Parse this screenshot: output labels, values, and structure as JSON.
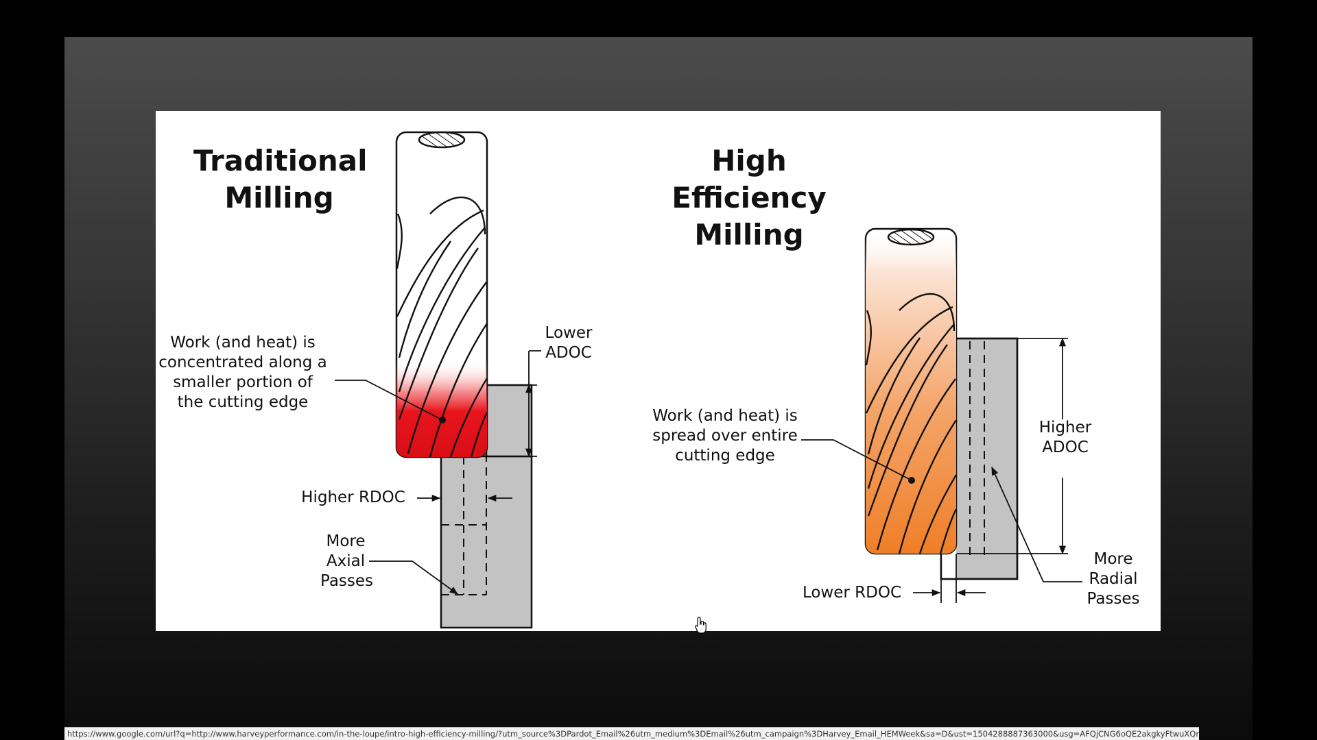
{
  "left": {
    "title": "Traditional\nMilling",
    "heat_label": "Work (and heat) is\nconcentrated along a\nsmaller portion of\nthe cutting edge",
    "adoc_label": "Lower\nADOC",
    "rdoc_label": "Higher RDOC",
    "passes_label": "More\nAxial\nPasses",
    "heat_color": "#e8141c"
  },
  "right": {
    "title": "High\nEfficiency\nMilling",
    "heat_label": "Work (and heat) is\nspread over entire\ncutting edge",
    "adoc_label": "Higher\nADOC",
    "rdoc_label": "Lower RDOC",
    "passes_label": "More\nRadial\nPasses",
    "heat_color": "#f08a3a"
  },
  "colors": {
    "workpiece": "#c3c3c3",
    "outline": "#111111"
  },
  "status_url": "https://www.google.com/url?q=http://www.harveyperformance.com/in-the-loupe/intro-high-efficiency-milling/?utm_source%3DPardot_Email%26utm_medium%3DEmail%26utm_campaign%3DHarvey_Email_HEMWeek&sa=D&ust=1504288887363000&usg=AFQjCNG6oQE2akgkyFtwuXQnzgUbYQObaQ",
  "cursor_icon": "hand-pointer-icon"
}
